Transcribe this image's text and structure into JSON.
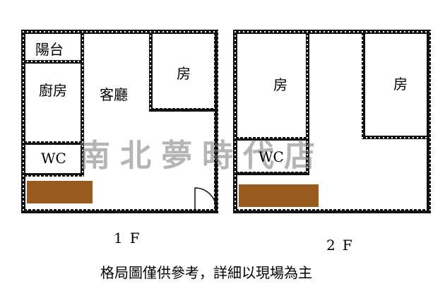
{
  "floor1": {
    "label": "1F",
    "rooms": {
      "balcony": "陽台",
      "kitchen": "廚房",
      "living": "客廳",
      "bedroom": "房",
      "wc": "WC"
    }
  },
  "floor2": {
    "label": "2F",
    "rooms": {
      "bedroom_left": "房",
      "bedroom_right": "房",
      "wc": "WC"
    }
  },
  "watermark": "南北夢時代店",
  "note": "格局圖僅供參考，詳細以現場為主",
  "colors": {
    "wall": "#111111",
    "stair": "#9a5a1e",
    "watermark": "#7a7a7a"
  }
}
